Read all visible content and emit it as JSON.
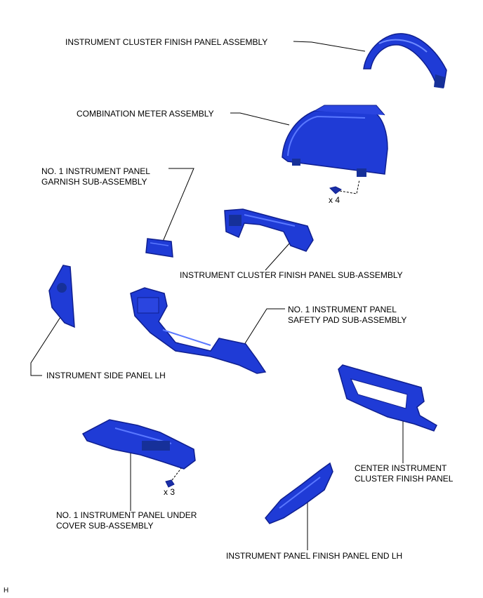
{
  "colors": {
    "part_fill": "#1f3bd6",
    "part_dark": "#0f1f8f",
    "part_light": "#4d6cff",
    "leader": "#000000"
  },
  "labels": {
    "cluster_finish_assy": "INSTRUMENT CLUSTER FINISH PANEL ASSEMBLY",
    "combination_meter": "COMBINATION METER ASSEMBLY",
    "garnish_line1": "NO. 1 INSTRUMENT PANEL",
    "garnish_line2": "GARNISH SUB-ASSEMBLY",
    "cluster_finish_sub": "INSTRUMENT CLUSTER FINISH PANEL SUB-ASSEMBLY",
    "safety_pad_line1": "NO. 1 INSTRUMENT PANEL",
    "safety_pad_line2": "SAFETY PAD SUB-ASSEMBLY",
    "side_panel": "INSTRUMENT SIDE PANEL LH",
    "center_cluster_line1": "CENTER INSTRUMENT",
    "center_cluster_line2": "CLUSTER FINISH PANEL",
    "under_cover_line1": "NO. 1 INSTRUMENT PANEL UNDER",
    "under_cover_line2": "COVER SUB-ASSEMBLY",
    "finish_end": "INSTRUMENT PANEL FINISH PANEL END LH"
  },
  "fasteners": {
    "meter_screw_count": "x 4",
    "under_cover_screw_count": "x 3"
  },
  "page_marker": "H"
}
